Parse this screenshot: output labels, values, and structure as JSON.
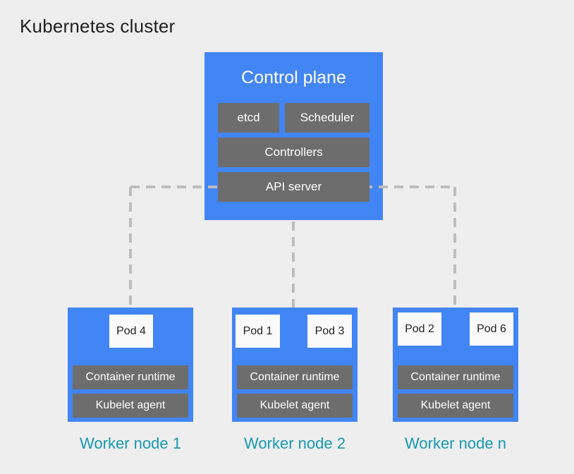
{
  "title": "Kubernetes cluster",
  "colors": {
    "background": "#eeeeee",
    "blue": "#4285f4",
    "gray": "#6d6d6d",
    "pod_bg": "#fafafa",
    "teal": "#1799af",
    "dash": "#bdbdbd",
    "text_dark": "#1f1f1f",
    "text_light": "#ffffff"
  },
  "control_plane": {
    "title": "Control plane",
    "components": [
      {
        "label": "etcd"
      },
      {
        "label": "Scheduler"
      },
      {
        "label": "Controllers"
      },
      {
        "label": "API server"
      }
    ]
  },
  "worker_nodes": [
    {
      "label": "Worker node 1",
      "pods": [
        "Pod 4"
      ],
      "components": [
        "Container runtime",
        "Kubelet agent"
      ]
    },
    {
      "label": "Worker node 2",
      "pods": [
        "Pod 1",
        "Pod 3"
      ],
      "components": [
        "Container runtime",
        "Kubelet agent"
      ]
    },
    {
      "label": "Worker node n",
      "pods": [
        "Pod 2",
        "Pod 6"
      ],
      "components": [
        "Container runtime",
        "Kubelet agent"
      ]
    }
  ]
}
